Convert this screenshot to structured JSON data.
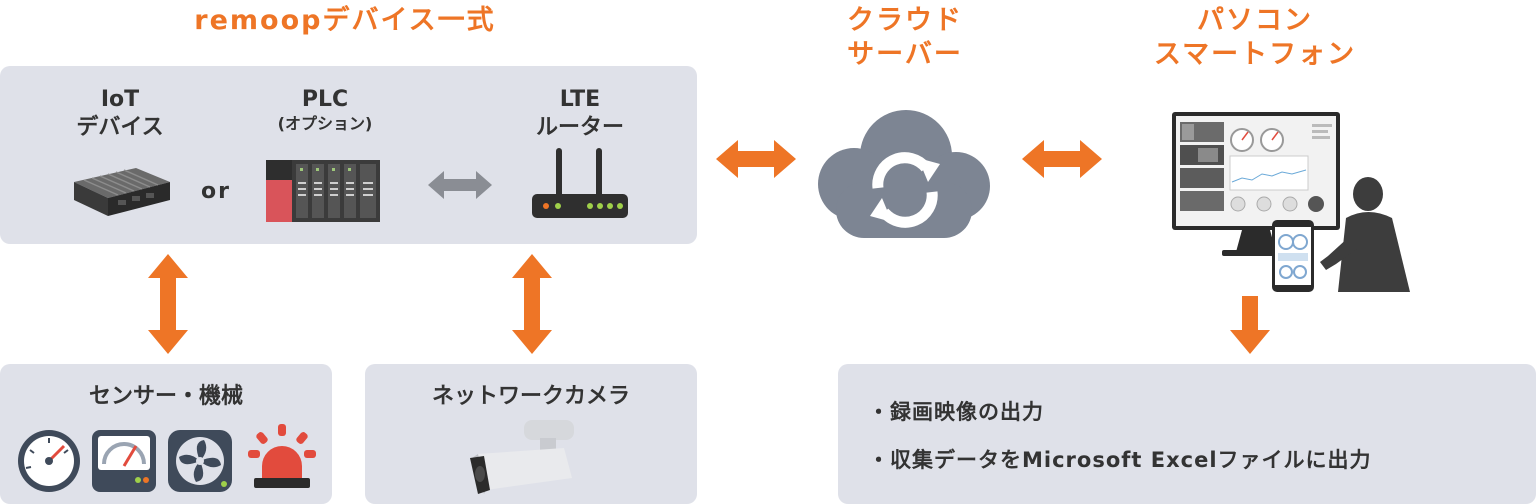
{
  "diagram": {
    "remoop_title": "remoopデバイス一式",
    "cloud_title": [
      "クラウド",
      "サーバー"
    ],
    "pc_title": [
      "パソコン",
      "スマートフォン"
    ],
    "iot_label": [
      "IoT",
      "デバイス"
    ],
    "or_label": "or",
    "plc_label": "PLC",
    "plc_option": "(オプション)",
    "lte_label": [
      "LTE",
      "ルーター"
    ],
    "sensor_title": "センサー・機械",
    "camera_title": "ネットワークカメラ",
    "outputs": [
      "・録画映像の出力",
      "・収集データをMicrosoft Excelファイルに出力"
    ],
    "colors": {
      "accent_orange": "#ee7526",
      "panel_bg": "#dfe1e9",
      "cloud_gray": "#7d8593",
      "arrow_gray": "#8a8d94"
    },
    "icons": [
      "iot-device-icon",
      "plc-icon",
      "lte-router-icon",
      "cloud-sync-icon",
      "monitor-icon",
      "smartphone-icon",
      "person-icon",
      "gauge-icon",
      "meter-icon",
      "fan-icon",
      "alarm-light-icon",
      "network-camera-icon"
    ]
  }
}
